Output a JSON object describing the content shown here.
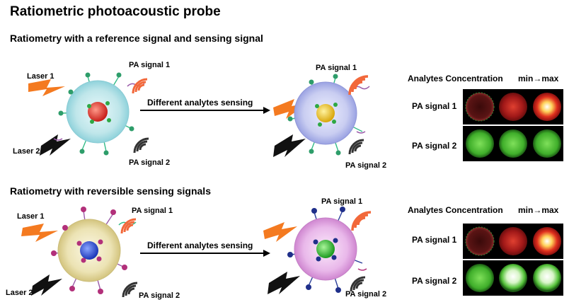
{
  "title": "Ratiometric photoacoustic probe",
  "sections": [
    {
      "heading": "Ratiometry with a reference signal and sensing signal",
      "laser1": "Laser 1",
      "laser2": "Laser 2",
      "pa1_left": "PA signal 1",
      "pa2_left": "PA signal 2",
      "arrow_label": "Different analytes sensing",
      "pa1_right": "PA signal 1",
      "pa2_right": "PA signal 2",
      "panel_header": "Analytes Concentration",
      "panel_scale": "min→max",
      "row1": "PA signal 1",
      "row2": "PA signal 2"
    },
    {
      "heading": "Ratiometry with reversible sensing signals",
      "laser1": "Laser 1",
      "laser2": "Laser 2",
      "pa1_left": "PA signal 1",
      "pa2_left": "PA signal 2",
      "arrow_label": "Different analytes sensing",
      "pa1_right": "PA signal 1",
      "pa2_right": "PA signal 2",
      "panel_header": "Analytes Concentration",
      "panel_scale": "min→max",
      "row1": "PA signal 1",
      "row2": "PA signal 2"
    }
  ],
  "colors": {
    "laser1": "#f47a20",
    "laser2": "#111111",
    "pa_wave": "#f2683a",
    "shell1_left": "#bfe6ea",
    "core1_left": "#e8433a",
    "shell1_right": "#c9cdf1",
    "core1_right": "#f1c71c",
    "shell2_left": "#ece3b4",
    "core2_left": "#2e55d6",
    "shell2_right": "#e9b8ea",
    "core2_right": "#37c23a"
  }
}
